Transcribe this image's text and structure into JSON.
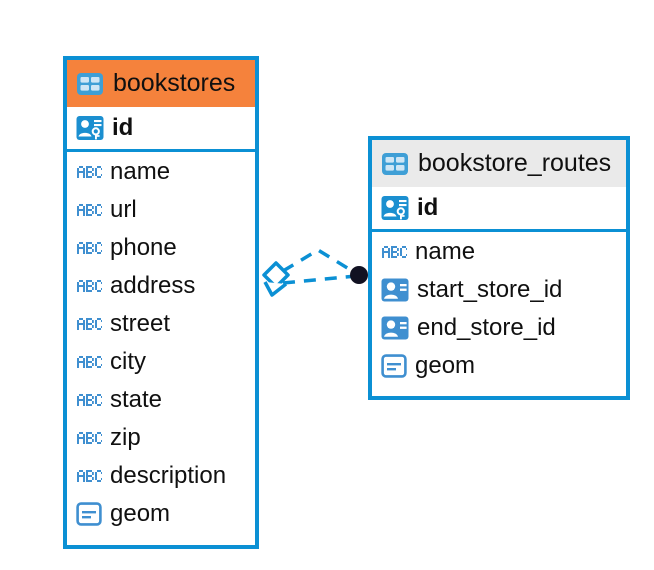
{
  "diagram": {
    "type": "entity-relationship-diagram",
    "background": "#ffffff",
    "accent_color": "#0b90d4",
    "highlight_color": "#f5823c",
    "muted_header_color": "#eaeaea",
    "relationship": {
      "from_table": "bookstores",
      "to_table": "bookstore_routes",
      "line_style": "dashed",
      "line_color": "#0b90d4",
      "source_marker": "diamond-outline",
      "target_marker": "filled-dot",
      "target_marker_color": "#111122"
    }
  },
  "tables": [
    {
      "name": "bookstores",
      "header_style": "accent",
      "icon": "table-icon",
      "fields": [
        {
          "name": "id",
          "type_icon": "primary-key-icon",
          "emphasis": "bold"
        },
        {
          "name": "name",
          "type_icon": "abc-icon",
          "emphasis": "normal"
        },
        {
          "name": "url",
          "type_icon": "abc-icon",
          "emphasis": "normal"
        },
        {
          "name": "phone",
          "type_icon": "abc-icon",
          "emphasis": "normal"
        },
        {
          "name": "address",
          "type_icon": "abc-icon",
          "emphasis": "normal"
        },
        {
          "name": "street",
          "type_icon": "abc-icon",
          "emphasis": "normal"
        },
        {
          "name": "city",
          "type_icon": "abc-icon",
          "emphasis": "normal"
        },
        {
          "name": "state",
          "type_icon": "abc-icon",
          "emphasis": "normal"
        },
        {
          "name": "zip",
          "type_icon": "abc-icon",
          "emphasis": "normal"
        },
        {
          "name": "description",
          "type_icon": "abc-icon",
          "emphasis": "normal"
        },
        {
          "name": "geom",
          "type_icon": "geometry-icon",
          "emphasis": "normal"
        }
      ]
    },
    {
      "name": "bookstore_routes",
      "header_style": "muted",
      "icon": "table-icon",
      "fields": [
        {
          "name": "id",
          "type_icon": "primary-key-icon",
          "emphasis": "bold"
        },
        {
          "name": "name",
          "type_icon": "abc-icon",
          "emphasis": "normal"
        },
        {
          "name": "start_store_id",
          "type_icon": "foreign-key-icon",
          "emphasis": "normal"
        },
        {
          "name": "end_store_id",
          "type_icon": "foreign-key-icon",
          "emphasis": "normal"
        },
        {
          "name": "geom",
          "type_icon": "geometry-icon",
          "emphasis": "normal"
        }
      ]
    }
  ]
}
